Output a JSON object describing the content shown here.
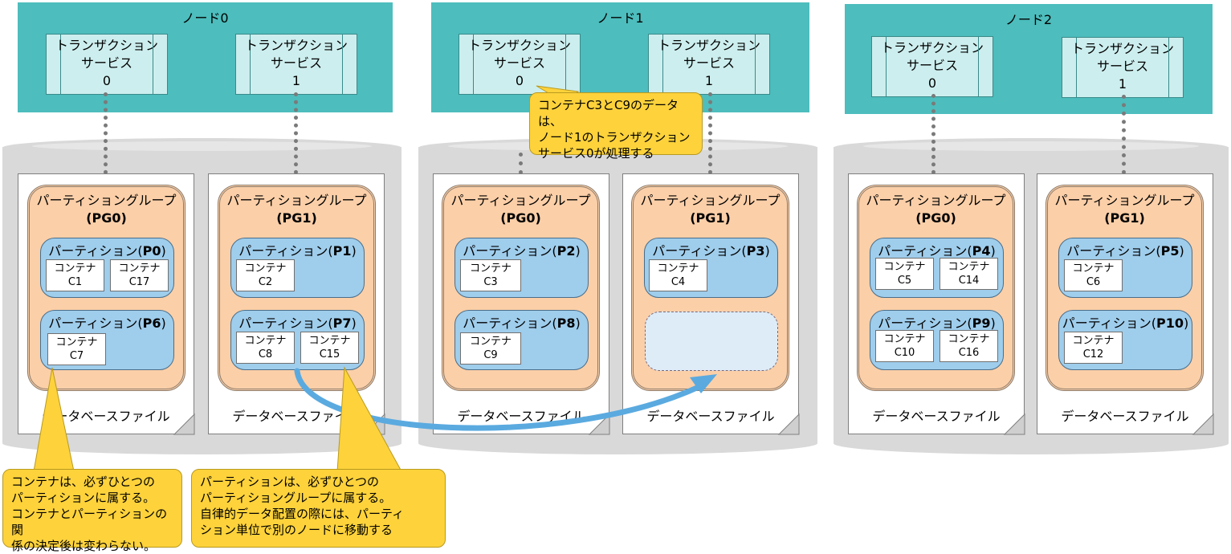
{
  "nodes": [
    {
      "title": "ノード0",
      "services": [
        {
          "line1": "トランザクション",
          "line2": "サービス",
          "num": "0"
        },
        {
          "line1": "トランザクション",
          "line2": "サービス",
          "num": "1"
        }
      ],
      "files": [
        {
          "label": "データベースファイル",
          "pg_title": "パーティショングループ",
          "pg_id": "(PG0)",
          "partitions": [
            {
              "title": "パーティション(",
              "id": "P0",
              "close": ")",
              "containers": [
                {
                  "l1": "コンテナ",
                  "l2": "C1"
                },
                {
                  "l1": "コンテナ",
                  "l2": "C17"
                }
              ]
            },
            {
              "title": "パーティション(",
              "id": "P6",
              "close": ")",
              "containers": [
                {
                  "l1": "コンテナ",
                  "l2": "C7"
                }
              ]
            }
          ]
        },
        {
          "label": "データベースファイル",
          "pg_title": "パーティショングループ",
          "pg_id": "(PG1)",
          "partitions": [
            {
              "title": "パーティション(",
              "id": "P1",
              "close": ")",
              "containers": [
                {
                  "l1": "コンテナ",
                  "l2": "C2"
                }
              ]
            },
            {
              "title": "パーティション(",
              "id": "P7",
              "close": ")",
              "containers": [
                {
                  "l1": "コンテナ",
                  "l2": "C8"
                },
                {
                  "l1": "コンテナ",
                  "l2": "C15"
                }
              ]
            }
          ]
        }
      ]
    },
    {
      "title": "ノード1",
      "services": [
        {
          "line1": "トランザクション",
          "line2": "サービス",
          "num": "0"
        },
        {
          "line1": "トランザクション",
          "line2": "サービス",
          "num": "1"
        }
      ],
      "files": [
        {
          "label": "データベースファイル",
          "pg_title": "パーティショングループ",
          "pg_id": "(PG0)",
          "partitions": [
            {
              "title": "パーティション(",
              "id": "P2",
              "close": ")",
              "containers": [
                {
                  "l1": "コンテナ",
                  "l2": "C3"
                }
              ]
            },
            {
              "title": "パーティション(",
              "id": "P8",
              "close": ")",
              "containers": [
                {
                  "l1": "コンテナ",
                  "l2": "C9"
                }
              ]
            }
          ]
        },
        {
          "label": "データベースファイル",
          "pg_title": "パーティショングループ",
          "pg_id": "(PG1)",
          "partitions": [
            {
              "title": "パーティション(",
              "id": "P3",
              "close": ")",
              "containers": [
                {
                  "l1": "コンテナ",
                  "l2": "C4"
                }
              ]
            }
          ]
        }
      ]
    },
    {
      "title": "ノード2",
      "services": [
        {
          "line1": "トランザクション",
          "line2": "サービス",
          "num": "0"
        },
        {
          "line1": "トランザクション",
          "line2": "サービス",
          "num": "1"
        }
      ],
      "files": [
        {
          "label": "データベースファイル",
          "pg_title": "パーティショングループ",
          "pg_id": "(PG0)",
          "partitions": [
            {
              "title": "パーティション(",
              "id": "P4",
              "close": ")",
              "containers": [
                {
                  "l1": "コンテナ",
                  "l2": "C5"
                },
                {
                  "l1": "コンテナ",
                  "l2": "C14"
                }
              ]
            },
            {
              "title": "パーティション(",
              "id": "P9",
              "close": ")",
              "containers": [
                {
                  "l1": "コンテナ",
                  "l2": "C10"
                },
                {
                  "l1": "コンテナ",
                  "l2": "C16"
                }
              ]
            }
          ]
        },
        {
          "label": "データベースファイル",
          "pg_title": "パーティショングループ",
          "pg_id": "(PG1)",
          "partitions": [
            {
              "title": "パーティション(",
              "id": "P5",
              "close": ")",
              "containers": [
                {
                  "l1": "コンテナ",
                  "l2": "C6"
                }
              ]
            },
            {
              "title": "パーティション(",
              "id": "P10",
              "close": ")",
              "containers": [
                {
                  "l1": "コンテナ",
                  "l2": "C12"
                }
              ]
            }
          ]
        }
      ]
    }
  ],
  "callouts": {
    "node1": [
      "コンテナC3とC9のデータは、",
      "ノード1のトランザクション",
      "サービス0が処理する"
    ],
    "container": [
      "コンテナは、必ずひとつの",
      "パーティションに属する。",
      "コンテナとパーティションの関",
      "係の決定後は変わらない。"
    ],
    "partition": [
      "パーティションは、必ずひとつの",
      "パーティショングループに属する。",
      "自律的データ配置の際には、パーティ",
      "ション単位で別のノードに移動する"
    ]
  },
  "colors": {
    "node": "#4dbdbd",
    "service": "#cdeeee",
    "pg": "#fbcfa8",
    "partition": "#9fcdec",
    "callout": "#fdd23b",
    "arrow": "#5aaae0"
  }
}
